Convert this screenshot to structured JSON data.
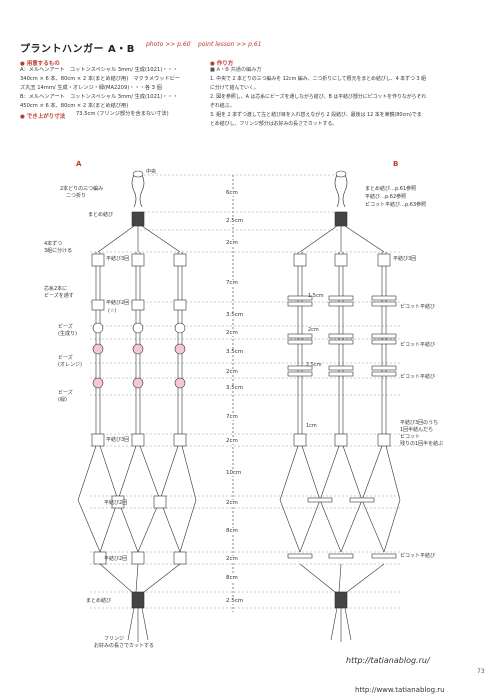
{
  "title": "プラントハンガー A・B",
  "refs": {
    "photo": "photo >> p.60",
    "point": "point lesson >> p.61"
  },
  "materials": {
    "heading": "● 用意するもの",
    "lines": [
      "A：メルヘンアート　コットンスペシャル 3mm/ 生成(1021)・・・",
      "340cm × 6 本、80cm × 2 本(まとめ結び用)　マクラメウッドビー",
      "ズ丸玉 14mm/ 生成・オレンジ・緑(MA2209)・・・各 3 個",
      "B：メルヘンアート　コットンスペシャル 3mm/ 生成(1021)・・・",
      "450cm × 6 本、80cm × 2 本(まとめ結び用)"
    ],
    "size_heading": "● でき上がり寸法",
    "size_value": "73.5cm (フリンジ部分を含まない寸法)"
  },
  "method": {
    "heading": "● 作り方",
    "sub": "■ A・B 共通の編み方",
    "lines": [
      "1. 中央で 2 本どりの三つ編みを 12cm 編み、二つ折りにして根元をまとめ結びし、4 本ずつ 3 組",
      "に分けて結んでいく。",
      "2. 図を参照し、A は芯糸にビーズを通しながら結び、B は平結び部分にピコットを作りながらそれ",
      "ぞれ結ぶ。",
      "3. 組を 2 本ずつ渡して左と結び目を入れ替えながら 2 段結び、最後は 12 本を束鏡(80cm)でま",
      "とめ結びし、フリンジ部分はお好みの長さでカットする。"
    ]
  },
  "diagram": {
    "label_a": "A",
    "label_b": "B",
    "center_label": "中央",
    "a_labels": {
      "braid": "2本どりの三つ編み",
      "fold": "二つ折り",
      "gather": "まとめ結び",
      "split1": "4本ずつ",
      "split2": "3組に分ける",
      "flat3": "平結び3回",
      "core1": "芯糸2本に",
      "core2": "ビーズを通す",
      "flat2": "平結び2回",
      "star": "(☆)",
      "bead_natural1": "ビーズ",
      "bead_natural2": "(生成り)",
      "bead_orange1": "ビーズ",
      "bead_orange2": "(オレンジ)",
      "bead_green1": "ビーズ",
      "bead_green2": "(緑)",
      "flat3b": "平結び3回",
      "flat2b": "平結び2回",
      "flat2c": "平結び2回",
      "gather2": "まとめ結び",
      "fringe1": "フリンジ",
      "fringe2": "お好みの長さでカットする"
    },
    "b_labels": {
      "gather_ref": "まとめ結び…p.61参照",
      "flat_ref": "平結び…p.62参照",
      "picot_ref": "ピコット平結び…p.63参照",
      "flat3": "平結び3回",
      "picot1": "ピコット平結び",
      "picot2": "ピコット平結び",
      "picot3": "ピコット平結び",
      "note1": "平結び3回のうち",
      "note2": "1回半結んだら",
      "note3": "ピコット",
      "note4": "残りの1回半を結ぶ",
      "picot4": "ピコット平結び",
      "m15": "1.5cm",
      "m2": "2cm",
      "m25": "2.5cm",
      "m1": "1cm"
    },
    "dims": [
      "6cm",
      "2.5cm",
      "2cm",
      "7cm",
      "3.5cm",
      "2cm",
      "3.5cm",
      "2cm",
      "3.5cm",
      "7cm",
      "2cm",
      "10cm",
      "2cm",
      "8cm",
      "2cm",
      "8cm",
      "2.5cm"
    ]
  },
  "footer": {
    "url": "http://tatianablog.ru/",
    "page": "73",
    "watermark": "http://www.tatianablog.ru"
  }
}
